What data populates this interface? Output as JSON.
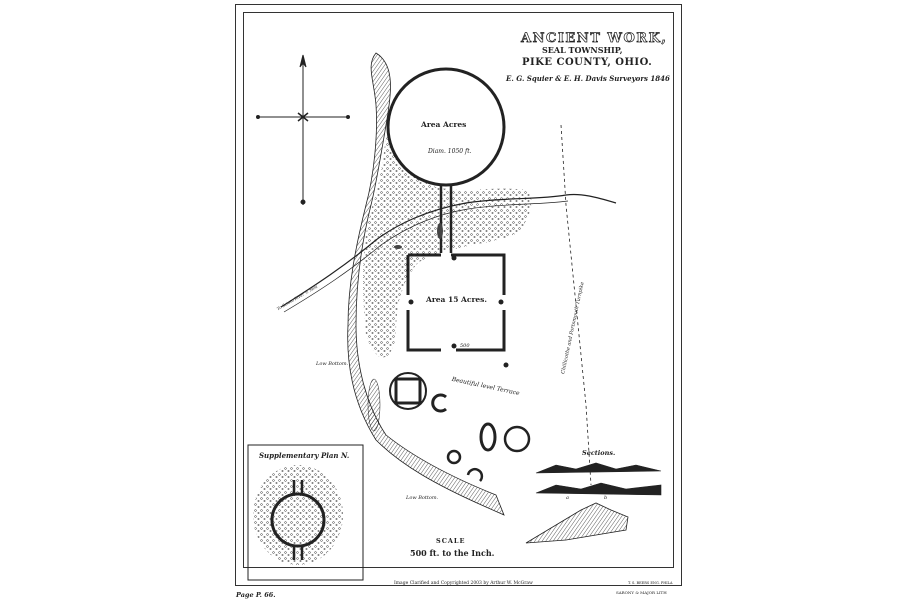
{
  "map": {
    "title": "ANCIENT WORK,",
    "subtitle": "SEAL TOWNSHIP,",
    "location": "PIKE COUNTY, OHIO.",
    "surveyors": "E. G. Squier & E. H. Davis Surveyors 1846",
    "labels": {
      "circle_area": "Area Acres",
      "circle_diam": "Diam. 1050 ft.",
      "square_area": "Area 15 Acres.",
      "low_bottom_1": "Low Bottom.",
      "low_bottom_2": "Low Bottom.",
      "terrace": "Beautiful level Terrace",
      "road": "To Scioto River ½ Mile",
      "railroad": "Chillicothe and Portsmouth Turnpike",
      "mark_500": "500",
      "mark_a": "a",
      "mark_b": "b"
    },
    "scale_title": "SCALE",
    "scale_value": "500 ft. to the Inch.",
    "supplementary_title": "Supplementary Plan N.",
    "sections_title": "Sections.",
    "copyright": "Image Clarified and Copyrighted 2003 by Arthur W. McGraw",
    "credit_engraver": "T. S. BEERS ENG. PHILA",
    "credit_printer": "SARONY & MAJOR LITH",
    "plate_number": "Page P. 66."
  },
  "colors": {
    "ink": "#222222",
    "paper": "#ffffff"
  }
}
